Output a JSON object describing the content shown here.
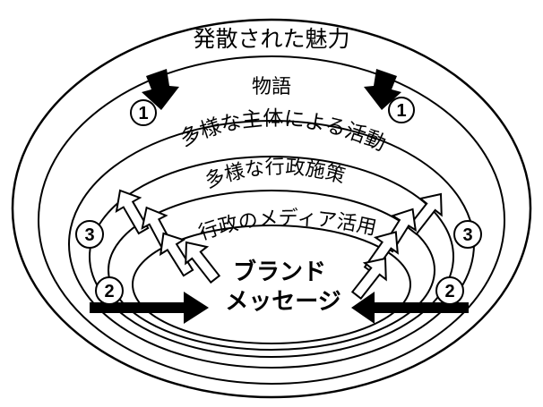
{
  "labels": {
    "outer": "発散された魅力",
    "story": "物語",
    "diverse_actors": "多様な主体による活動",
    "diverse_policies": "多様な行政施策",
    "media": "行政のメディア活用",
    "core_line1": "ブランド",
    "core_line2": "メッセージ"
  },
  "markers": {
    "one_left": "1",
    "one_right": "1",
    "two_left": "2",
    "two_right": "2",
    "three_left": "3",
    "three_right": "3"
  }
}
